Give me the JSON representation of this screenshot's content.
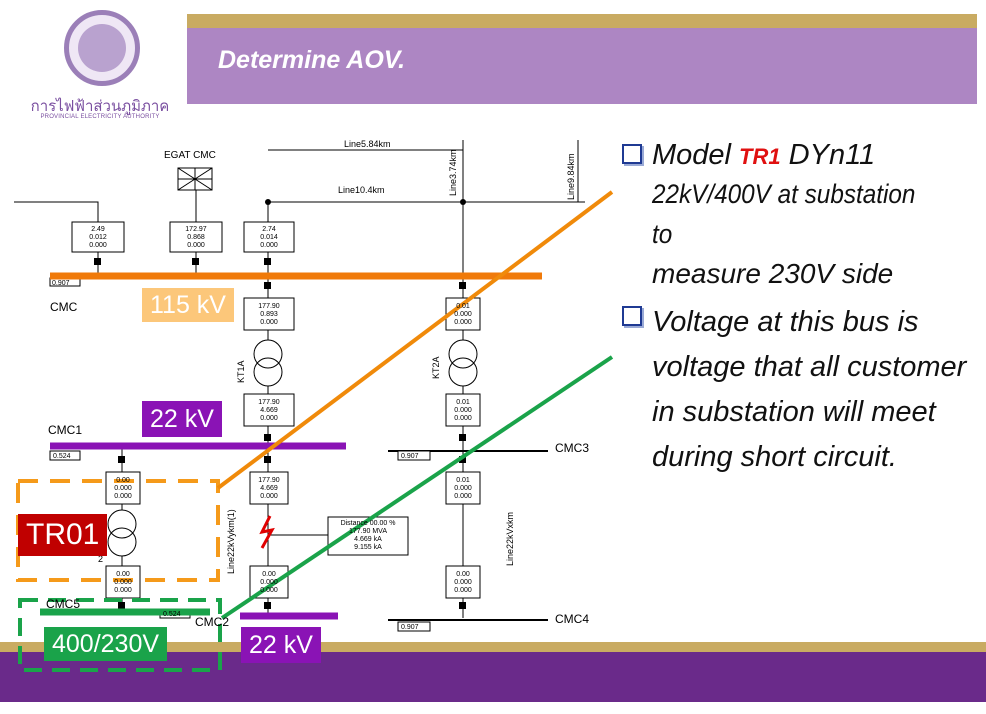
{
  "logo": {
    "thai_name": "การไฟฟ้าส่วนภูมิภาค",
    "english_name": "PROVINCIAL ELECTRICITY AUTHORITY"
  },
  "slide": {
    "title": "Determine AOV."
  },
  "bullets": {
    "b1_prefix": "Model ",
    "b1_highlight": "TR1",
    "b1_suffix": " DYn11",
    "b1_line2": "22kV/400V at substation to",
    "b1_line3": "measure 230V side",
    "b2_text": "Voltage at this bus is voltage that all customer in substation will meet during short circuit."
  },
  "tags": {
    "kv115": "115 kV",
    "kv22_top": "22 kV",
    "tr01": "TR01",
    "v400_230": "400/230V",
    "kv22_bottom": "22 kV"
  },
  "diagram": {
    "line_584": "Line5.84km",
    "line_104": "Line10.4km",
    "line_374": "Line3.74km",
    "line_984": "Line9.84km",
    "egat": "EGAT  CMC",
    "box1": [
      "2.49",
      "0.012",
      "0.000"
    ],
    "box2": [
      "172.97",
      "0.868",
      "0.000"
    ],
    "box3": [
      "2.74",
      "0.014",
      "0.000"
    ],
    "bus_cmc": "CMC",
    "bus_cmc_val": "0.907",
    "kt1a_top": [
      "177.90",
      "0.893",
      "0.000"
    ],
    "kt1a_label": "KT1A",
    "kt1a_bot": [
      "177.90",
      "4.669",
      "0.000"
    ],
    "kt2a_top": [
      "0.01",
      "0.000",
      "0.000"
    ],
    "kt2a_label": "KT2A",
    "kt2a_bot": [
      "0.01",
      "0.000",
      "0.000"
    ],
    "bus_cmc1": "CMC1",
    "bus_cmc1_val": "0.524",
    "bus_cmc3": "CMC3",
    "bus_cmc3_val": "0.907",
    "tr_top": [
      "0.00",
      "0.000",
      "0.000"
    ],
    "tr_bot": [
      "0.00",
      "0.000",
      "0.000"
    ],
    "tr_side": "2",
    "feeder_top": [
      "177.90",
      "4.669",
      "0.000"
    ],
    "feeder_bot": [
      "0.00",
      "0.000",
      "0.000"
    ],
    "line22_left": "Line22kVykm(1)",
    "line22_right": "Line22kVxkm",
    "right_mid": [
      "0.01",
      "0.000",
      "0.000"
    ],
    "right_bot": [
      "0.00",
      "0.000",
      "0.000"
    ],
    "fault_box": [
      "Distance  00.00 %",
      "177.90 MVA",
      "4.669 kA",
      "9.155 kA"
    ],
    "bus_cmc5": "CMC5",
    "bus_cmc2": "CMC2",
    "bus_cmc2_val": "0.524",
    "bus_cmc4": "CMC4",
    "bus_cmc4_val": "0.907"
  },
  "colors": {
    "orange": "#f07a0a",
    "green": "#1aa34a",
    "purple": "#8a13b5",
    "title_bar": "#ad86c3",
    "gold": "#c9ab62",
    "tr_tag": "#c00000"
  }
}
